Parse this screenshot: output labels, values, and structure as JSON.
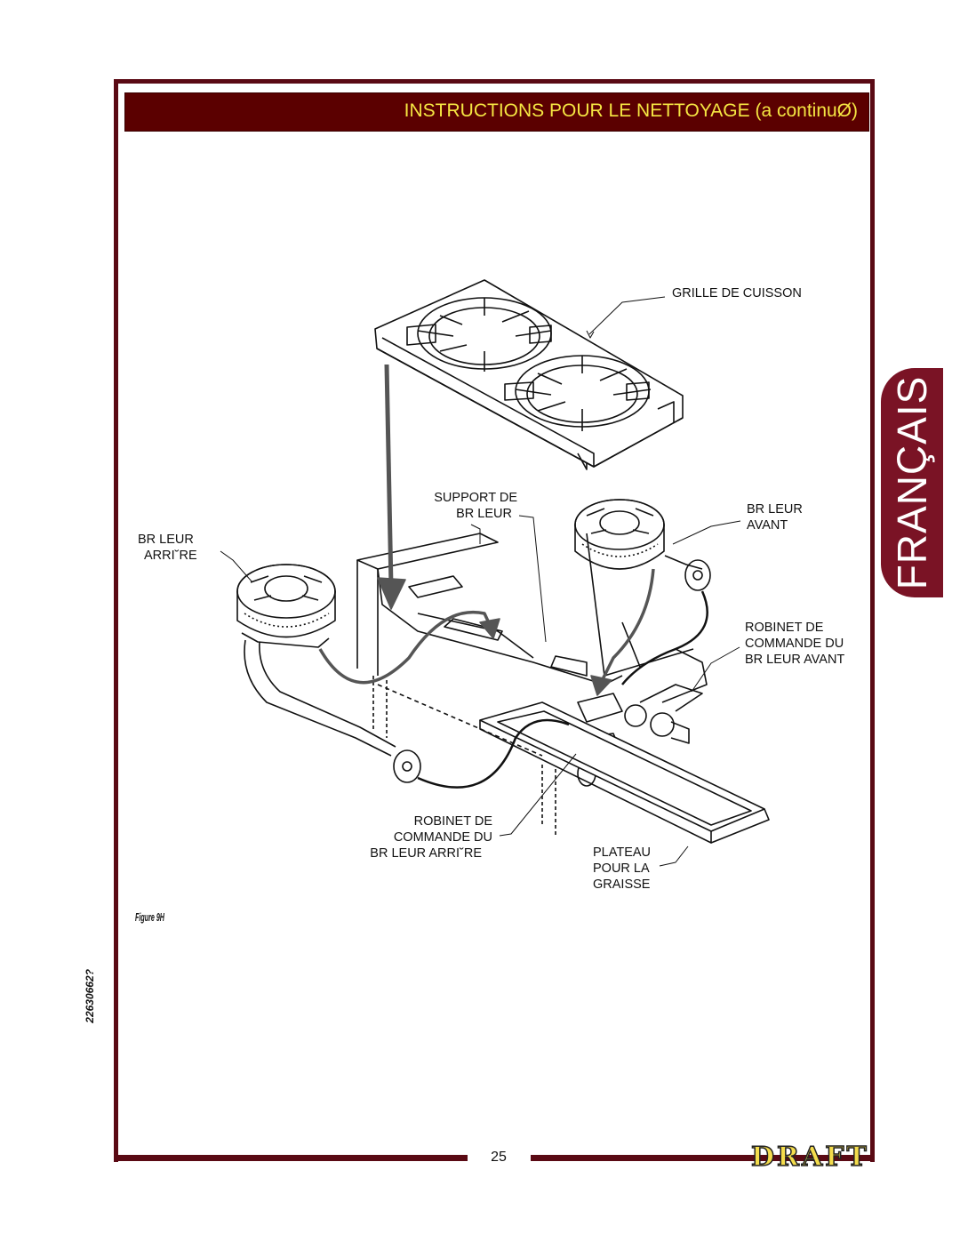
{
  "header": {
    "title": "INSTRUCTIONS POUR LE NETTOYAGE (a continuØ)"
  },
  "side_tab": {
    "label": "FRANÇAIS"
  },
  "labels": {
    "grille": "GRILLE DE CUISSON",
    "support_1": "SUPPORT DE",
    "support_2": "BR LEUR",
    "bruleur_arriere_1": "BR LEUR",
    "bruleur_arriere_2": "ARRI˘RE",
    "bruleur_avant_1": "BR LEUR",
    "bruleur_avant_2": "AVANT",
    "robinet_avant_1": "ROBINET DE",
    "robinet_avant_2": "COMMANDE DU",
    "robinet_avant_3": "BR LEUR AVANT",
    "robinet_arriere_1": "ROBINET DE",
    "robinet_arriere_2": "COMMANDE DU",
    "robinet_arriere_3": "BR LEUR ARRI˘RE",
    "plateau_1": "PLATEAU",
    "plateau_2": "POUR LA",
    "plateau_3": "GRAISSE"
  },
  "figure_caption": "Figure 9H",
  "side_code": "22630662?",
  "footer": {
    "page_number": "25",
    "draft": "DRAFT"
  },
  "colors": {
    "maroon": "#5b0000",
    "tab": "#7a1325",
    "title_yellow": "#f5e642",
    "draft_yellow": "#f4dc4c"
  }
}
